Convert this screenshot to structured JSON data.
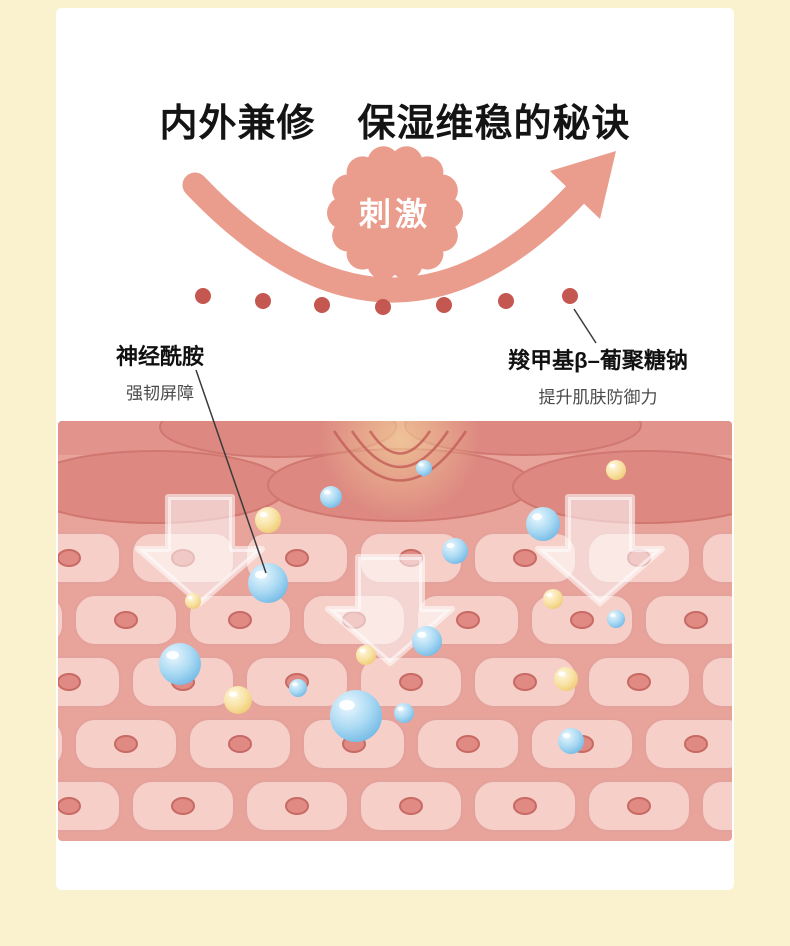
{
  "page": {
    "background_color": "#FAF2CF",
    "card_color": "#FFFFFF"
  },
  "title": {
    "part1": "内外兼修",
    "part2": "保湿维稳的秘诀"
  },
  "stimulus_badge": {
    "label": "刺激",
    "color": "#EA9C8D",
    "text_color": "#FFFFFF"
  },
  "dots": {
    "count": 7,
    "color": "#C4574F"
  },
  "labels": {
    "left": {
      "name": "神经酰胺",
      "desc": "强韧屏障"
    },
    "right": {
      "name": "羧甲基β–葡聚糖钠",
      "desc": "提升肌肤防御力"
    }
  },
  "skin_diagram": {
    "skin_color": "#E8A39B",
    "cell_color": "#F6CFC8",
    "bubble_blue": "#6EB6E4",
    "bubble_yellow": "#EEC96E"
  }
}
